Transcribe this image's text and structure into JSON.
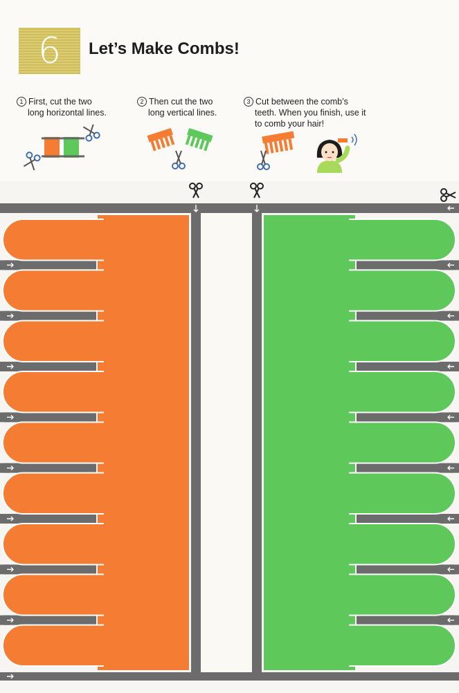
{
  "section": {
    "number": "6",
    "title": "Let’s Make Combs!"
  },
  "steps": [
    {
      "num": "1",
      "line1": "First, cut the two",
      "line2": "long horizontal lines."
    },
    {
      "num": "2",
      "line1": "Then cut the two",
      "line2": "long vertical lines."
    },
    {
      "num": "3",
      "line1": "Cut between the comb’s",
      "line2": "teeth. When you finish, use it",
      "line3": "to comb your hair!"
    }
  ],
  "colors": {
    "left_comb": "#f47c33",
    "right_comb": "#5ec85b",
    "cut_line": "#6c6c6c",
    "badge": "#d6c66a"
  },
  "comb": {
    "teeth_per_comb": 9
  },
  "icons": [
    "scissors-icon",
    "arrow-right-icon",
    "arrow-left-icon",
    "arrow-down-icon"
  ]
}
